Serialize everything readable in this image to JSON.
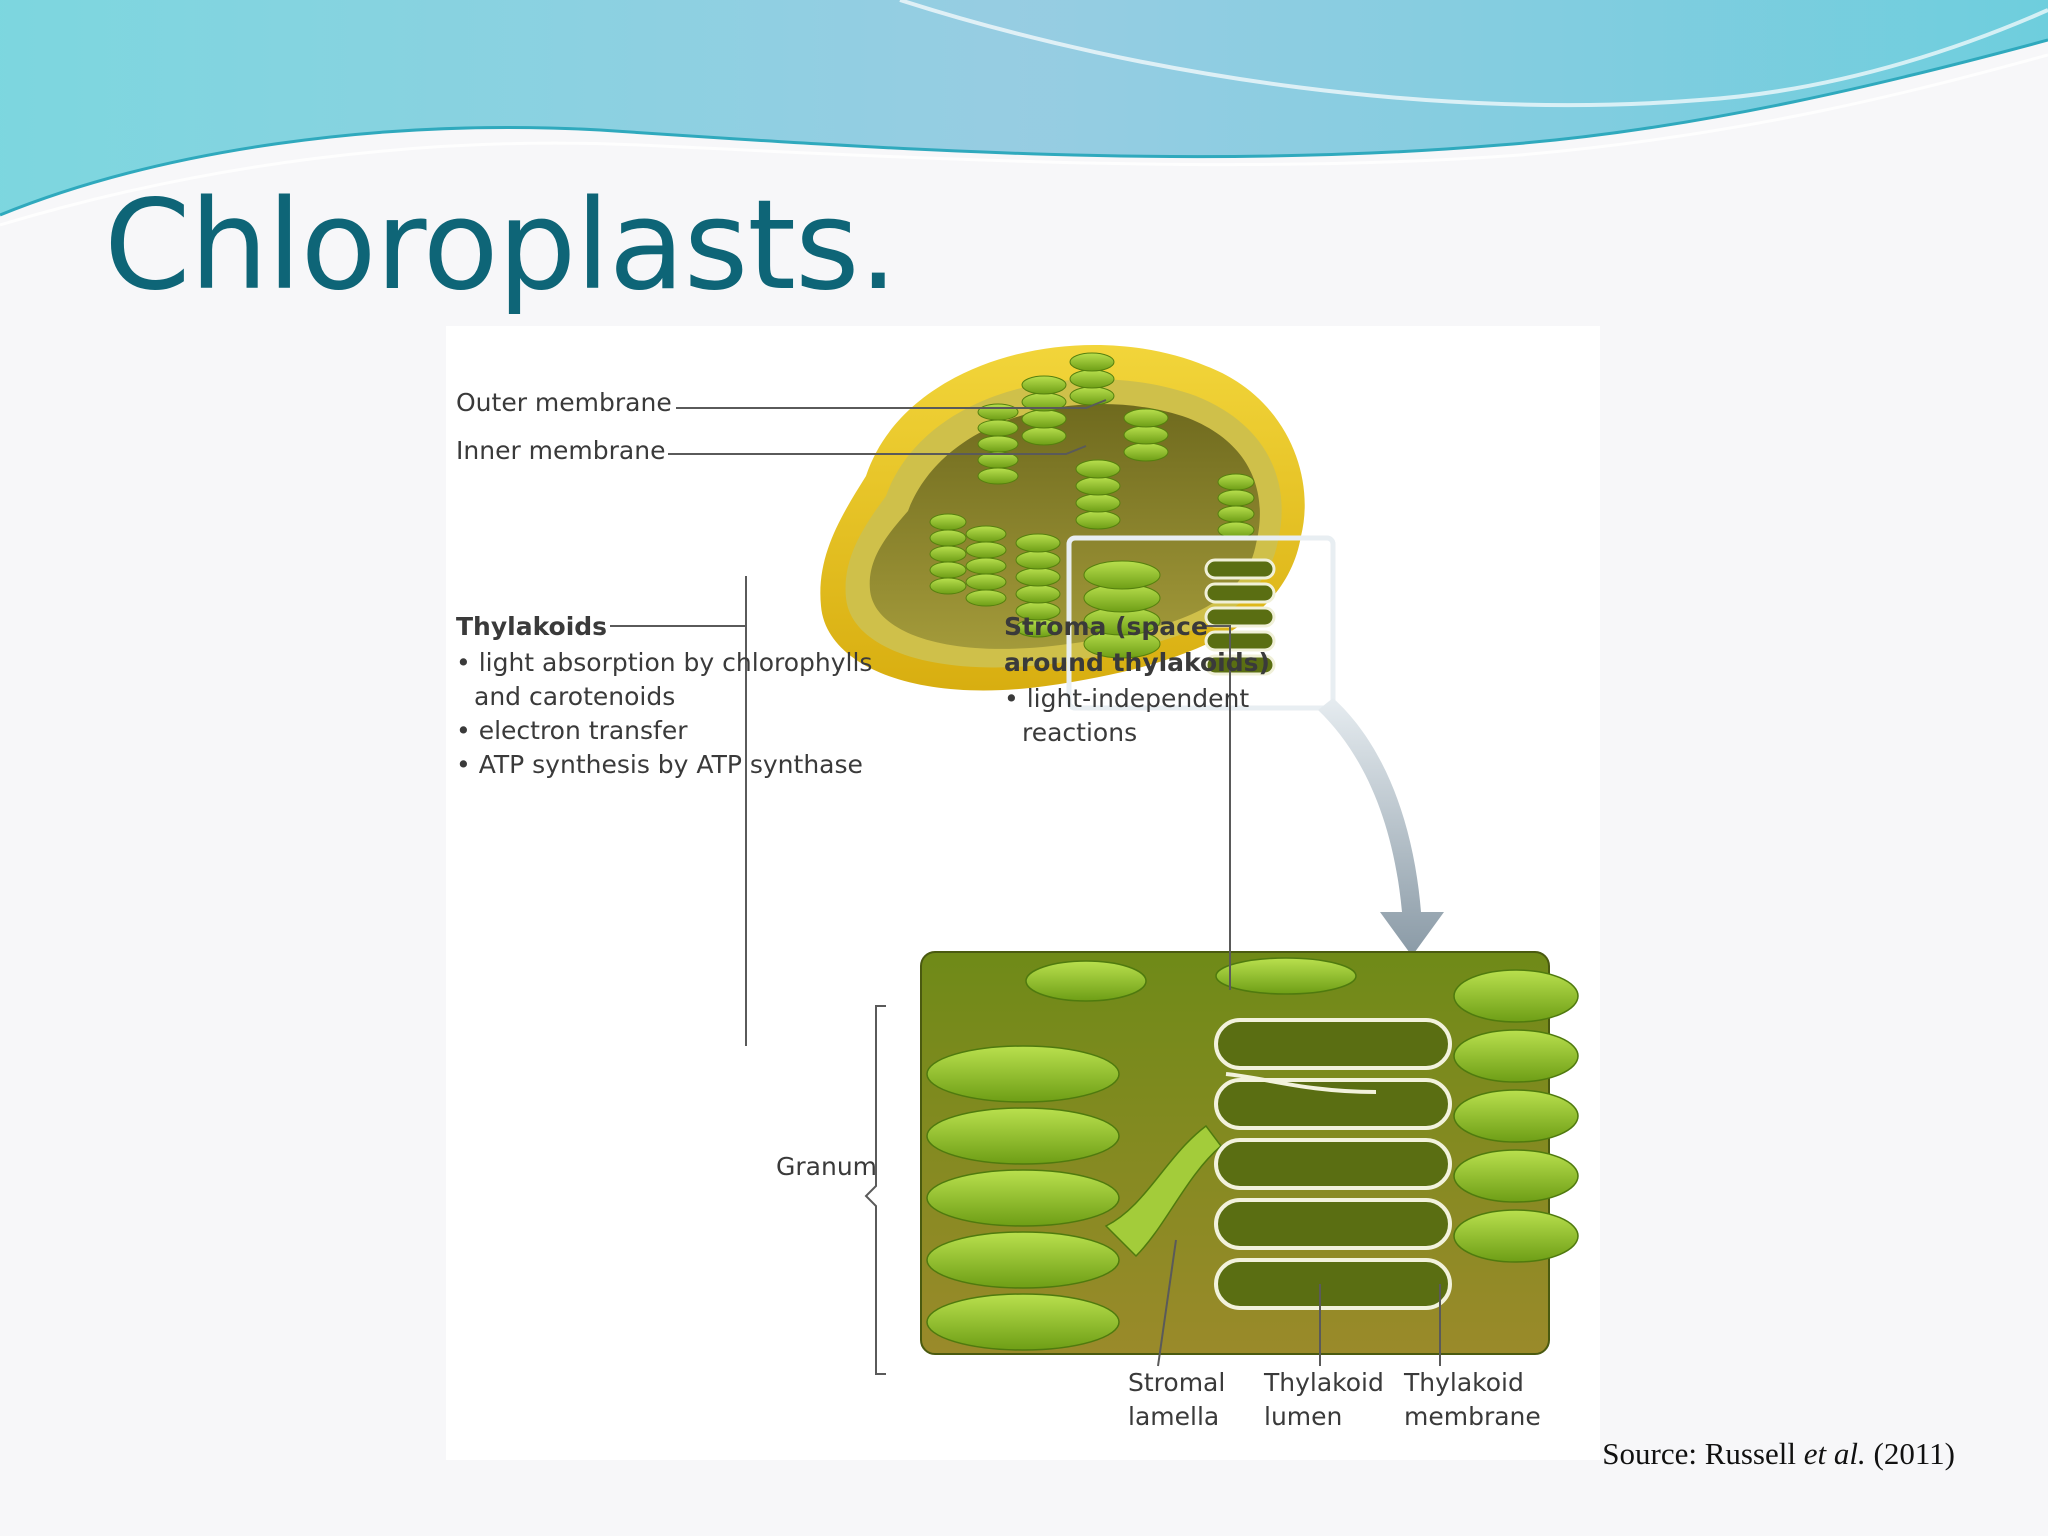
{
  "slide": {
    "title": "Chloroplasts.",
    "source": {
      "prefix": "Source: Russell ",
      "italic": "et al.",
      "suffix": " (2011)"
    }
  },
  "diagram": {
    "labels": {
      "outer_membrane": "Outer membrane",
      "inner_membrane": "Inner membrane",
      "thylakoids_title": "Thylakoids",
      "thylakoids_functions": [
        "light absorption by chlorophylls and carotenoids",
        "electron transfer",
        "ATP synthesis by ATP synthase"
      ],
      "stroma_title_line1": "Stroma (space",
      "stroma_title_line2": "around thylakoids)",
      "stroma_functions": [
        "light-independent reactions"
      ],
      "granum": "Granum",
      "stromal_lamella_line1": "Stromal",
      "stromal_lamella_line2": "lamella",
      "thylakoid_lumen_line1": "Thylakoid",
      "thylakoid_lumen_line2": "lumen",
      "thylakoid_membrane_line1": "Thylakoid",
      "thylakoid_membrane_line2": "membrane"
    },
    "colors": {
      "title": "#0e6577",
      "outer_membrane": "#e8c21a",
      "inner_membrane": "#c7b33a",
      "stroma": "#8f8a2a",
      "thylakoid": "#8cbf22",
      "thylakoid_light": "#b4df4a",
      "lumen": "#5a6e12"
    }
  }
}
